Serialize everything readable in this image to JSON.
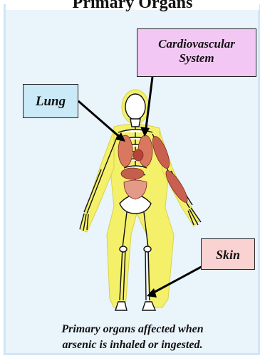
{
  "header": {
    "title": "Primary Organs"
  },
  "labels": {
    "lung": "Lung",
    "cardio_line1": "Cardiovascular",
    "cardio_line2": "System",
    "skin": "Skin"
  },
  "caption": {
    "line1": "Primary organs affected when",
    "line2": "arsenic is inhaled or ingested."
  },
  "colors": {
    "frame_bg": "#eaf4fb",
    "body_fill": "#f4f06a",
    "lung_box": "#c9eaf6",
    "cardio_box": "#f3c7f3",
    "skin_box": "#f9d3d2",
    "muscle": "#c9604f",
    "bone": "#ffffff"
  }
}
